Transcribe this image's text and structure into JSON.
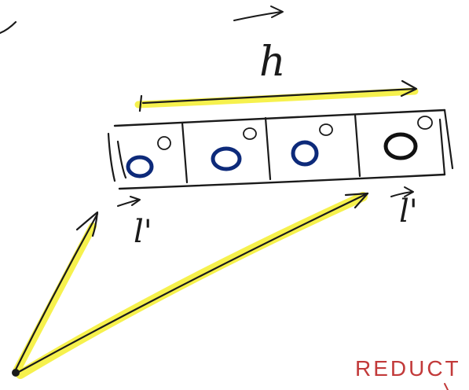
{
  "labels": {
    "top_vector": "h",
    "left_vector": "l'",
    "right_vector": "l'",
    "corner_text": "REDUCT"
  },
  "cells": [
    {
      "filled_circle_color": "#0d2a7a",
      "small_circle": "O"
    },
    {
      "filled_circle_color": "#0d2a7a",
      "small_circle": "O"
    },
    {
      "filled_circle_color": "#0d2a7a",
      "small_circle": "O"
    },
    {
      "filled_circle_color": "#111111",
      "small_circle": "O"
    }
  ],
  "colors": {
    "ink": "#1a1a1a",
    "highlight": "#f5ef3a",
    "blue_ink": "#0d2a7a",
    "red_ink": "#c23a3a",
    "background": "#ffffff"
  }
}
